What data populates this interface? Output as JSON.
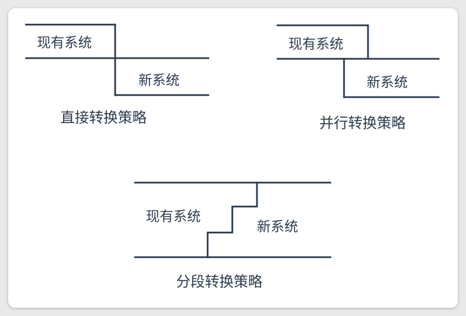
{
  "colors": {
    "background": "#e9e9e9",
    "card": "#ffffff",
    "ink": "#2c3a4d"
  },
  "direct": {
    "old_label": "现有系统",
    "new_label": "新系统",
    "caption": "直接转换策略"
  },
  "parallel": {
    "old_label": "现有系统",
    "new_label": "新系统",
    "caption": "并行转换策略"
  },
  "phased": {
    "old_label": "现有系统",
    "new_label": "新系统",
    "caption": "分段转换策略"
  }
}
